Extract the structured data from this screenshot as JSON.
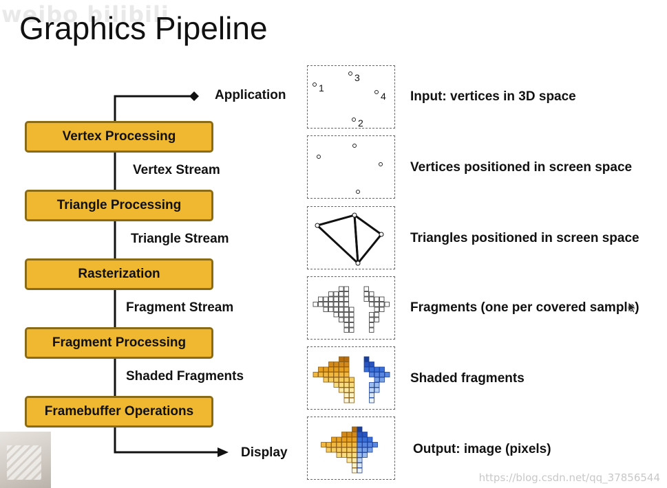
{
  "watermark": "weibo bilibili",
  "title": "Graphics Pipeline",
  "pipeline": {
    "start_label": "Application",
    "end_label": "Display",
    "stages": [
      "Vertex Processing",
      "Triangle Processing",
      "Rasterization",
      "Fragment Processing",
      "Framebuffer Operations"
    ],
    "streams": [
      "Vertex Stream",
      "Triangle Stream",
      "Fragment Stream",
      "Shaded Fragments"
    ]
  },
  "panels": {
    "vertex_labels": [
      "1",
      "2",
      "3",
      "4"
    ],
    "descriptions": [
      "Input: vertices in 3D space",
      "Vertices positioned in screen space",
      "Triangles positioned in screen space",
      "Fragments (one per covered sample)",
      "Shaded fragments",
      "Output: image (pixels)"
    ]
  },
  "footer_url": "https://blog.csdn.net/qq_37856544",
  "colors": {
    "stage_fill": "#f0b830",
    "stage_border": "#8a6a14",
    "accent_orange": "#e8a020",
    "accent_blue": "#3a6fd8"
  }
}
